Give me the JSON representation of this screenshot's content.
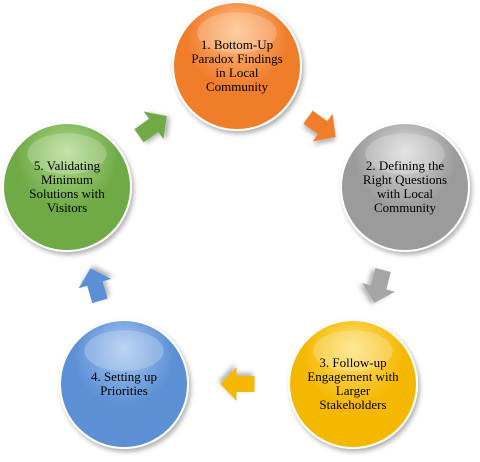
{
  "diagram": {
    "nodes": [
      {
        "id": "n1",
        "lines": [
          "1. Bottom-Up",
          "Paradox Findings",
          "in Local",
          "Community"
        ],
        "color": "#F07D2C",
        "color_light": "#FFC088"
      },
      {
        "id": "n2",
        "lines": [
          "2. Defining the",
          "Right Questions",
          "with Local",
          "Community"
        ],
        "color": "#9B9B9B",
        "color_light": "#DCDCDC"
      },
      {
        "id": "n3",
        "lines": [
          "3. Follow-up",
          "Engagement with",
          "Larger",
          "Stakeholders"
        ],
        "color": "#F4B800",
        "color_light": "#FFE27A"
      },
      {
        "id": "n4",
        "lines": [
          "4. Setting up",
          "Priorities"
        ],
        "color": "#5B8FD4",
        "color_light": "#A9C9F2"
      },
      {
        "id": "n5",
        "lines": [
          "5. Validating",
          "Minimum",
          "Solutions with",
          "Visitors"
        ],
        "color": "#6FAA46",
        "color_light": "#B3DB8F"
      }
    ],
    "arrows": [
      {
        "id": "a1",
        "from": "n1",
        "to": "n2",
        "color": "#F07D2C"
      },
      {
        "id": "a2",
        "from": "n2",
        "to": "n3",
        "color": "#A5A5A5"
      },
      {
        "id": "a3",
        "from": "n3",
        "to": "n4",
        "color": "#F4B800"
      },
      {
        "id": "a4",
        "from": "n4",
        "to": "n5",
        "color": "#5B8FD4"
      },
      {
        "id": "a5",
        "from": "n5",
        "to": "n1",
        "color": "#6FAA46"
      }
    ]
  }
}
